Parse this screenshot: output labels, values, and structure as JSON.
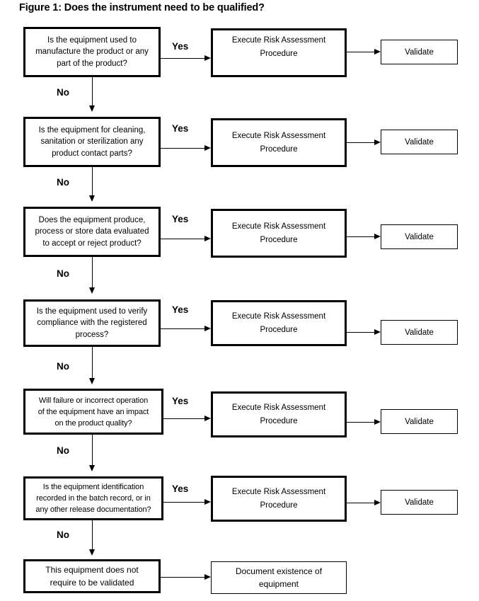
{
  "figure": {
    "title": "Figure 1: Does the instrument need to be qualified?",
    "type": "flowchart",
    "background_color": "#ffffff",
    "line_color": "#000000"
  },
  "labels": {
    "yes": "Yes",
    "no": "No"
  },
  "rows": [
    {
      "id": "row-1",
      "decision": "Is the equipment used to\nmanufacture the product or any\npart of the product?",
      "yes_label": "Yes",
      "no_label": "No",
      "process": "Execute Risk Assessment\nProcedure",
      "outcome": "Validate"
    },
    {
      "id": "row-2",
      "decision": "Is the equipment for cleaning,\nsanitation or sterilization any\nproduct contact parts?",
      "yes_label": "Yes",
      "no_label": "No",
      "process": "Execute Risk Assessment\nProcedure",
      "outcome": "Validate"
    },
    {
      "id": "row-3",
      "decision": "Does the equipment produce,\nprocess or store data evaluated\nto accept or reject product?",
      "yes_label": "Yes",
      "no_label": "No",
      "process": "Execute Risk Assessment\nProcedure",
      "outcome": "Validate"
    },
    {
      "id": "row-4",
      "decision": "Is the equipment used to verify\ncompliance with the registered\nprocess?",
      "yes_label": "Yes",
      "no_label": "No",
      "process": "Execute Risk Assessment\nProcedure",
      "outcome": "Validate"
    },
    {
      "id": "row-5",
      "decision": "Will failure or incorrect operation\nof the equipment have an impact\non the product quality?",
      "yes_label": "Yes",
      "no_label": "No",
      "process": "Execute Risk Assessment\nProcedure",
      "outcome": "Validate"
    },
    {
      "id": "row-6",
      "decision": "Is the equipment identification\nrecorded in the batch record, or in\nany other release documentation?",
      "yes_label": "Yes",
      "no_label": "No",
      "process": "Execute Risk Assessment\nProcedure",
      "outcome": "Validate"
    }
  ],
  "terminal": {
    "id": "row-7",
    "decision": "This equipment does not\nrequire to be validated",
    "process": "Document existence of\nequipment"
  }
}
